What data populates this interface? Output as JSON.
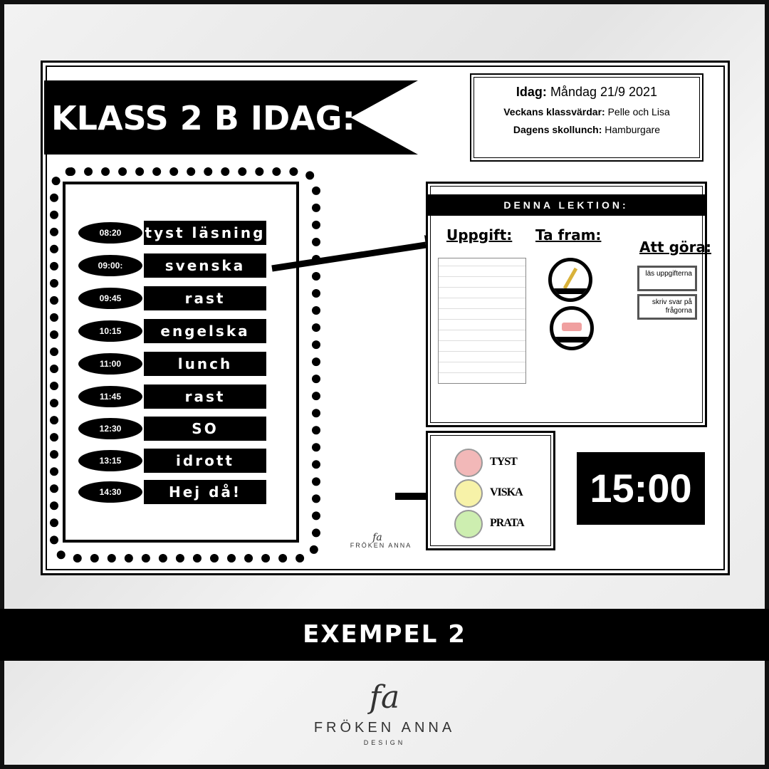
{
  "banner": {
    "title": "KLASS 2 B IDAG:"
  },
  "info": {
    "today_label": "Idag:",
    "today_value": "Måndag 21/9 2021",
    "hosts_label": "Veckans klassvärdar:",
    "hosts_value": "Pelle och Lisa",
    "lunch_label": "Dagens skollunch:",
    "lunch_value": "Hamburgare"
  },
  "schedule": [
    {
      "time": "08:20",
      "subject": "tyst läsning"
    },
    {
      "time": "09:00:",
      "subject": "svenska"
    },
    {
      "time": "09:45",
      "subject": "rast"
    },
    {
      "time": "10:15",
      "subject": "engelska"
    },
    {
      "time": "11:00",
      "subject": "lunch"
    },
    {
      "time": "11:45",
      "subject": "rast"
    },
    {
      "time": "12:30",
      "subject": "SO"
    },
    {
      "time": "13:15",
      "subject": "idrott"
    },
    {
      "time": "14:30",
      "subject": "Hej då!"
    }
  ],
  "lesson": {
    "header": "DENNA LEKTION:",
    "task": "Uppgift:",
    "take_out": "Ta fram:",
    "to_do": "Att göra:",
    "todo_items": [
      "läs uppgifterna",
      "skriv svar på frågorna"
    ]
  },
  "noise": [
    {
      "label": "TYST",
      "color": "#f2b8b8"
    },
    {
      "label": "VISKA",
      "color": "#f7f2a8"
    },
    {
      "label": "PRATA",
      "color": "#cdeeb0"
    }
  ],
  "timer": "15:00",
  "footer": {
    "caption": "EXEMPEL 2",
    "logo_mark": "fa",
    "logo_name": "FRÖKEN ANNA",
    "logo_sub": "DESIGN"
  }
}
